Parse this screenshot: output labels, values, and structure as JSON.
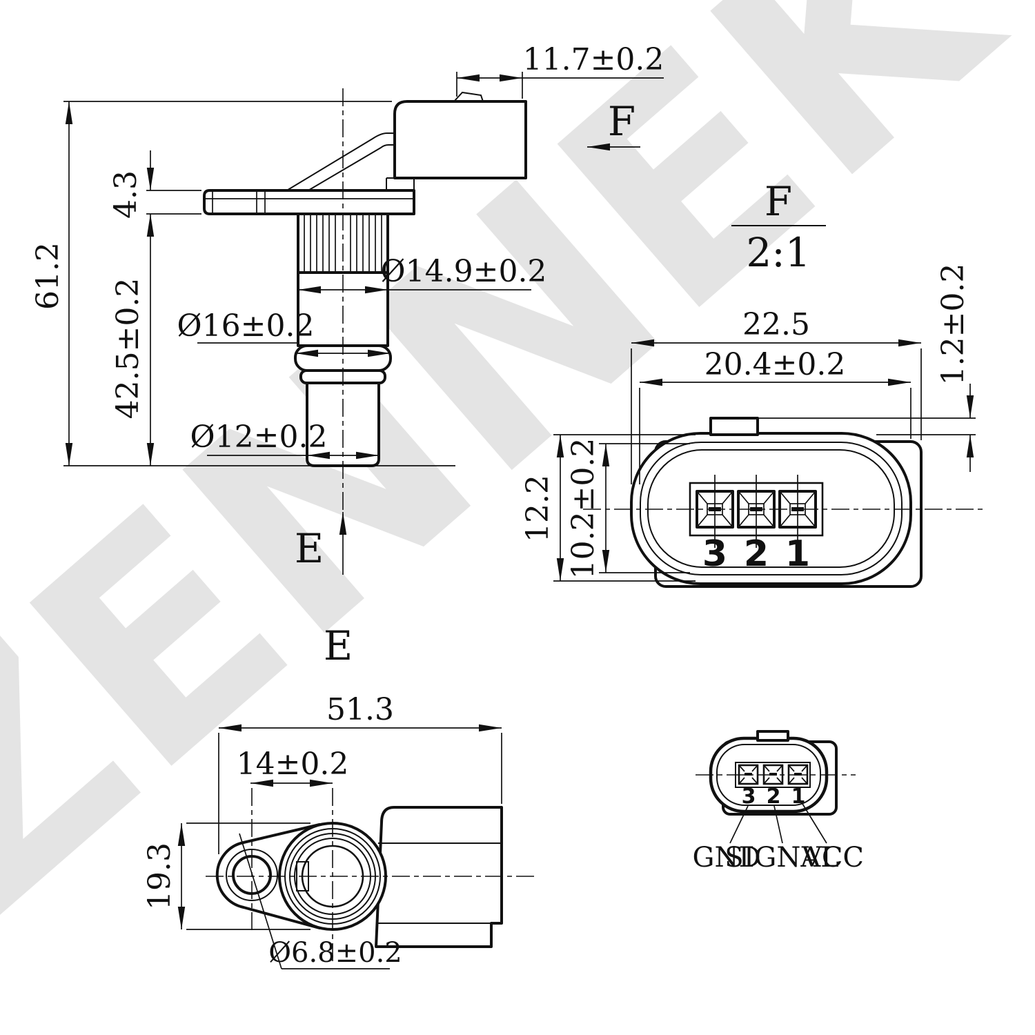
{
  "watermark": {
    "text": "ZENNEK",
    "color": "#e4e4e4"
  },
  "side_view": {
    "dim_connector_tab": "11.7±0.2",
    "dim_overall_height": "61.2",
    "dim_flange_thickness": "4.3",
    "dim_body_length": "42.5±0.2",
    "dim_rib_diameter": "Ø14.9±0.2",
    "dim_oring_diameter": "Ø16±0.2",
    "dim_tip_diameter": "Ø12±0.2",
    "view_arrow_e": "E",
    "view_arrow_f": "F"
  },
  "detail_view": {
    "title": "F",
    "scale": "2:1",
    "dim_overall_width": "22.5",
    "dim_seal_width": "20.4±0.2",
    "dim_tab_offset": "1.2±0.2",
    "dim_overall_height": "12.2",
    "dim_seal_height": "10.2±0.2",
    "pin_labels": [
      "3",
      "2",
      "1"
    ]
  },
  "top_view": {
    "title": "E",
    "dim_overall_length": "51.3",
    "dim_hole_to_center": "14±0.2",
    "dim_body_height": "19.3",
    "dim_hole_diameter": "Ø6.8±0.2"
  },
  "pinout_view": {
    "pin_labels": [
      "3",
      "2",
      "1"
    ],
    "terminal_labels": [
      "GND",
      "SIGNAL",
      "VCC"
    ]
  }
}
